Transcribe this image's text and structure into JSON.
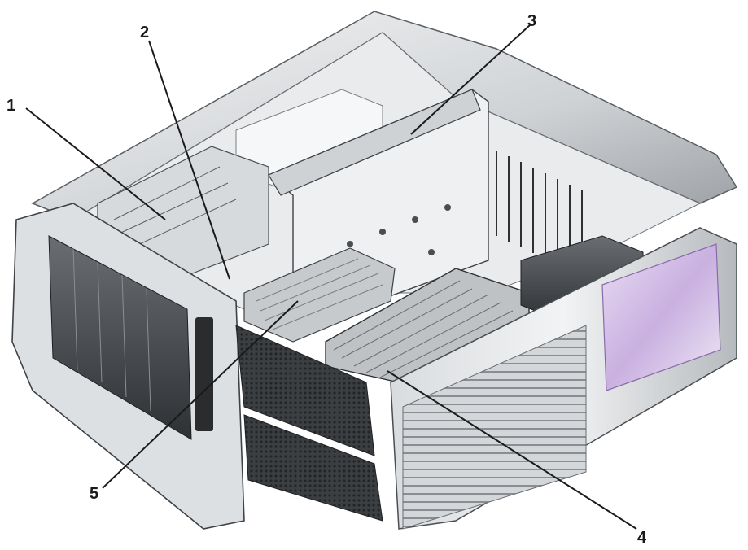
{
  "figure": {
    "callouts": [
      {
        "id": "1",
        "label": "1"
      },
      {
        "id": "2",
        "label": "2"
      },
      {
        "id": "3",
        "label": "3"
      },
      {
        "id": "4",
        "label": "4"
      },
      {
        "id": "5",
        "label": "5"
      }
    ]
  },
  "colors": {
    "chassis_light": "#e6e8ea",
    "chassis_mid": "#b9bdc1",
    "chassis_dark": "#4a4e52",
    "accent_purple": "#b08ad0"
  }
}
